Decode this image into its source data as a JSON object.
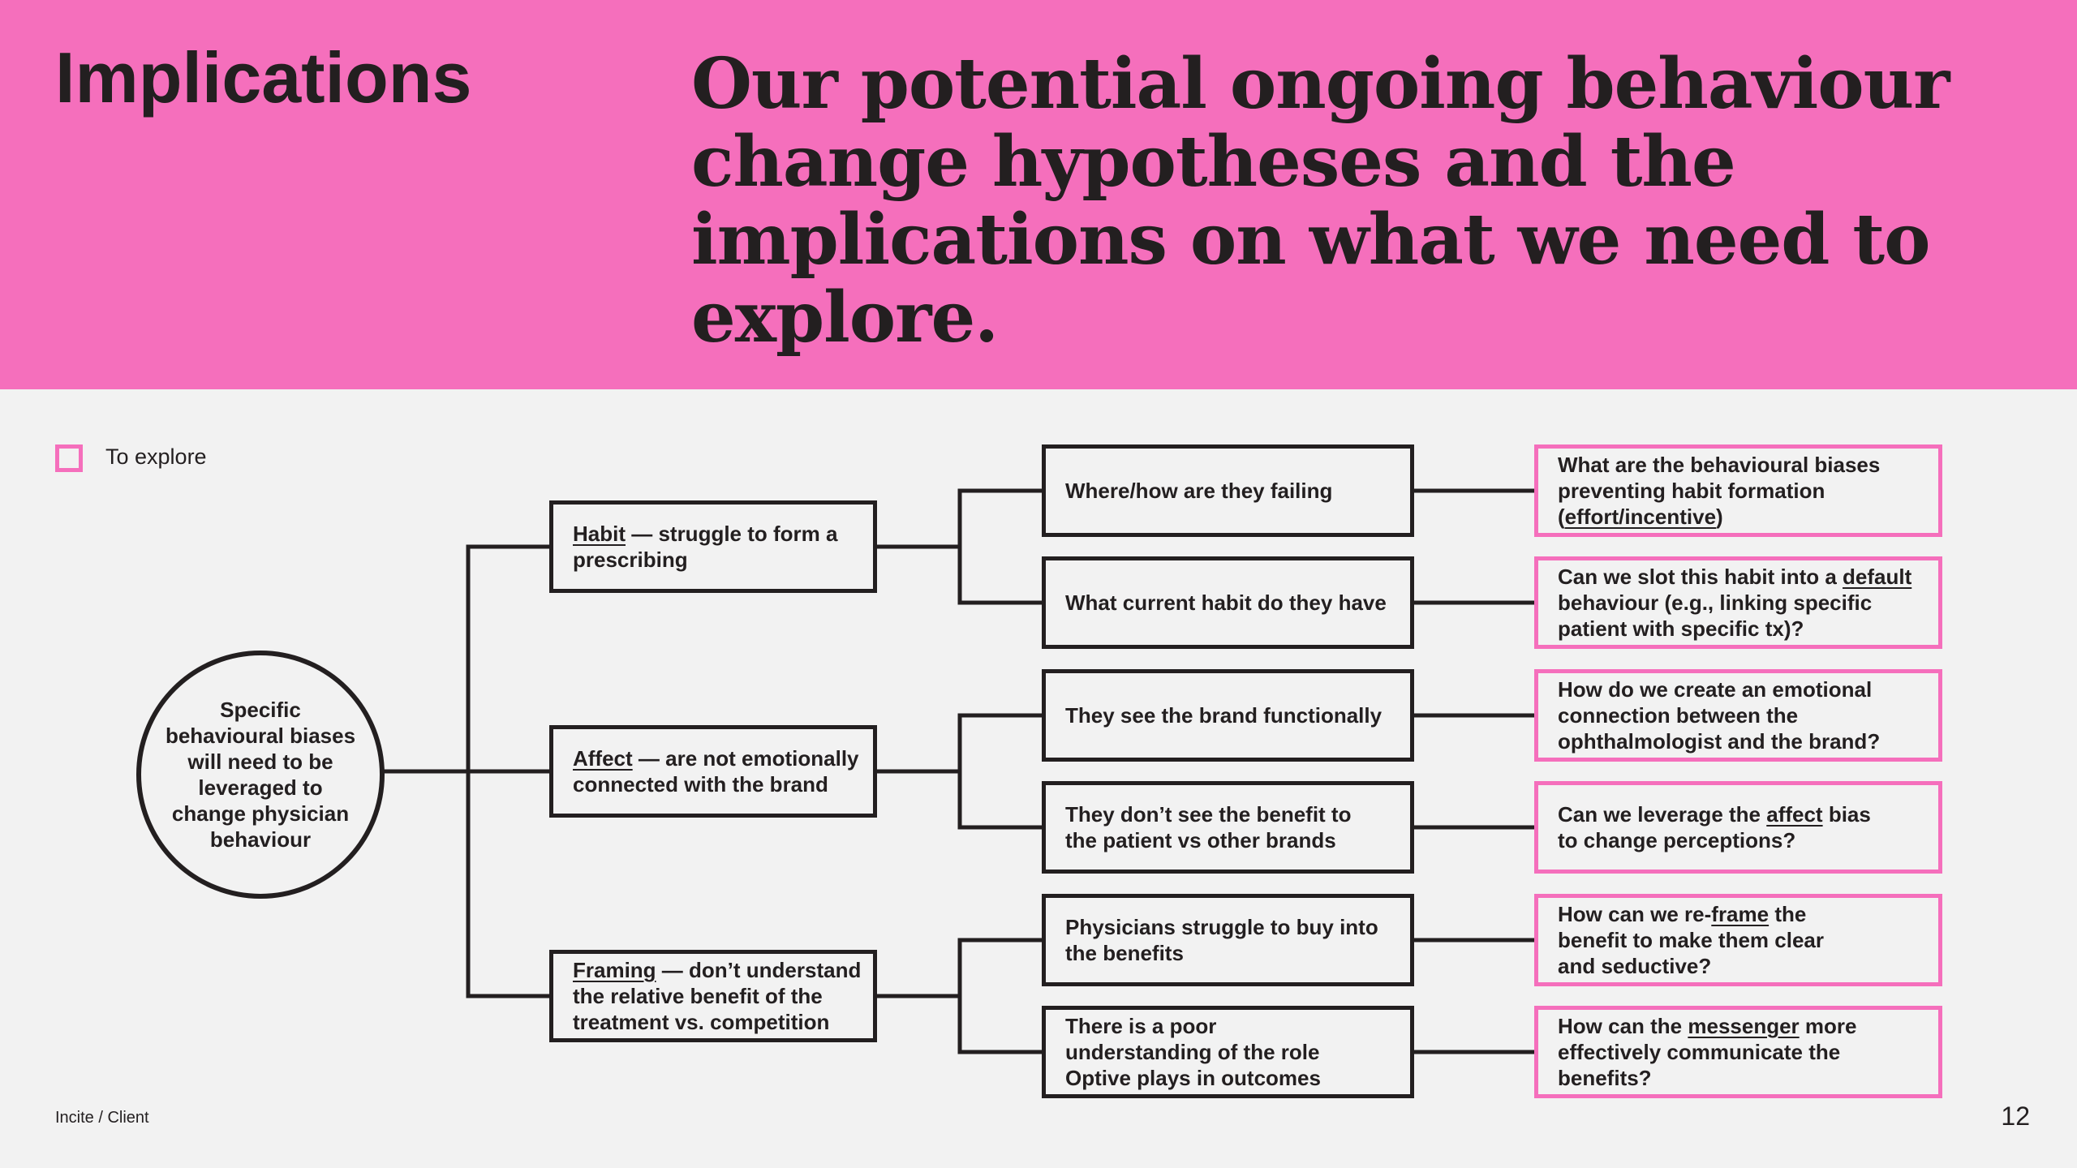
{
  "header": {
    "section_title": "Implications",
    "headline": "Our potential ongoing behaviour change hypotheses and the implications on what we need to explore."
  },
  "legend": {
    "label": "To explore"
  },
  "root": {
    "text": "Specific behavioural biases will need to be leveraged to change physician behaviour"
  },
  "biases": [
    {
      "keyword": "Habit",
      "rest": " — struggle to form a prescribing"
    },
    {
      "keyword": "Affect",
      "rest": " — are not emotionally connected with the brand"
    },
    {
      "keyword": "Framing",
      "rest": " — don’t understand the relative benefit of the treatment vs. competition"
    }
  ],
  "problems": [
    "Where/how are they failing",
    "What current habit do they have",
    "They see the brand functionally",
    "They don’t see the benefit to the patient vs other brands",
    "Physicians struggle to buy into the benefits",
    "There is a poor understanding of the role Optive plays in outcomes"
  ],
  "questions": [
    {
      "before": "What are the behavioural biases preventing habit formation (",
      "keyword": "effort/incentive",
      "after": ")"
    },
    {
      "before": "Can we slot this habit into a ",
      "keyword": "default",
      "after": " behaviour (e.g., linking specific patient with specific tx)?"
    },
    {
      "before": "How do we create an emotional connection between the ophthalmologist and the brand?",
      "keyword": "",
      "after": ""
    },
    {
      "before": "Can we leverage the ",
      "keyword": "affect",
      "after": " bias to change perceptions?"
    },
    {
      "before": "How can we re-",
      "keyword": "frame",
      "after": " the benefit to make them clear and seductive?"
    },
    {
      "before": "How can the ",
      "keyword": "messenger",
      "after": " more effectively communicate the benefits?"
    }
  ],
  "footer": {
    "source": "Incite / Client",
    "page_number": "12"
  },
  "colors": {
    "accent_pink": "#f56fbc",
    "ink": "#231f20",
    "background": "#f2f2f2"
  }
}
